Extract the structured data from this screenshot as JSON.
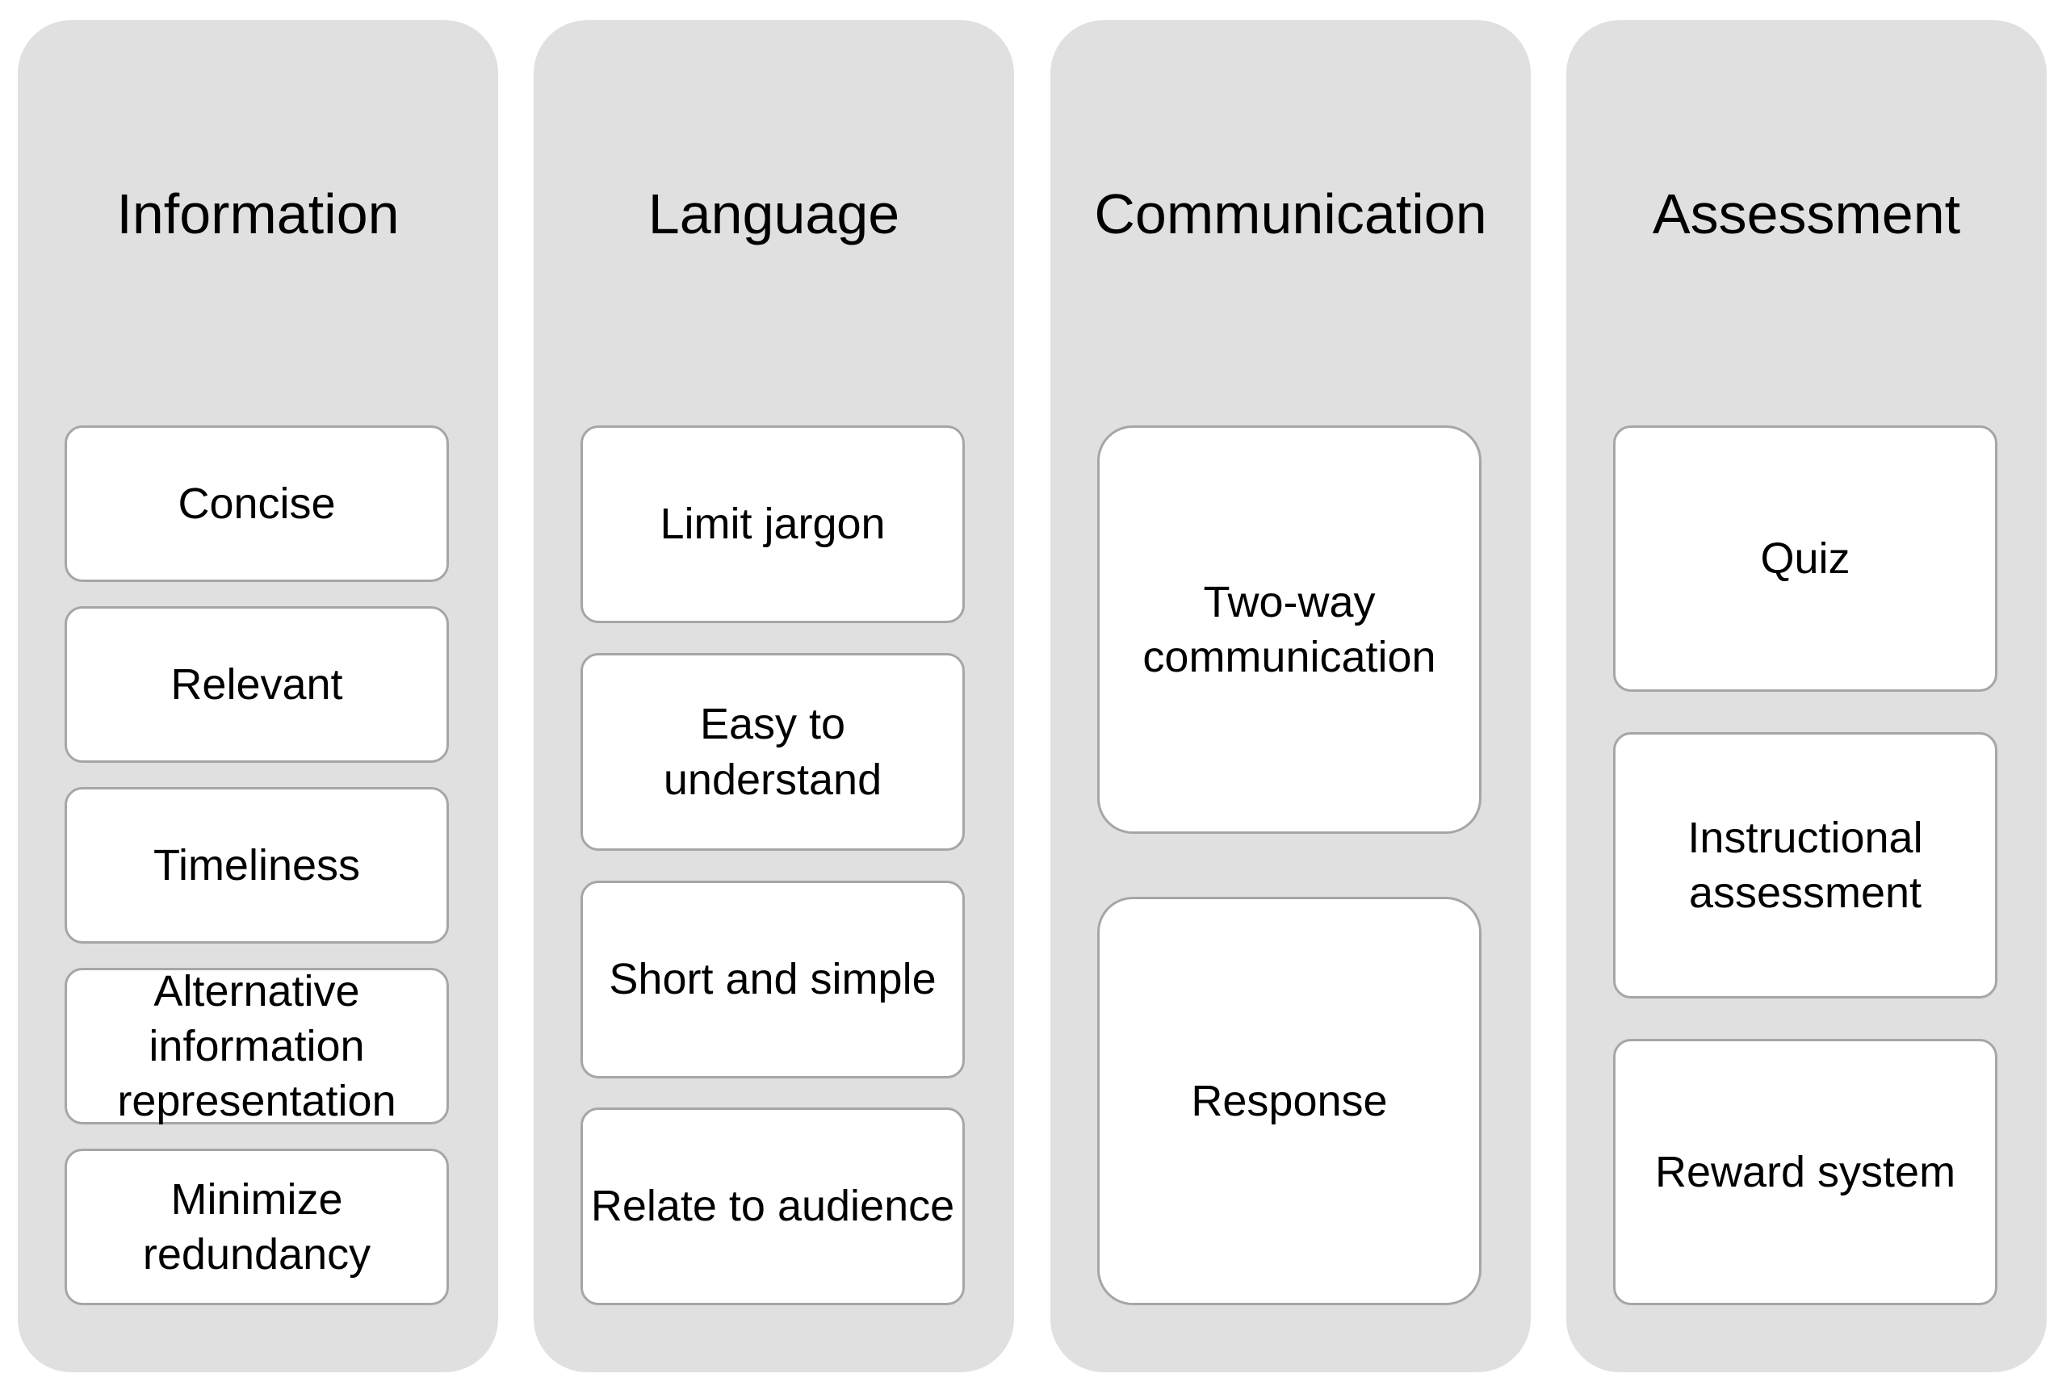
{
  "columns": [
    {
      "title": "Information",
      "items": [
        "Concise",
        "Relevant",
        "Timeliness",
        "Alternative information representation",
        "Minimize redundancy"
      ]
    },
    {
      "title": "Language",
      "items": [
        "Limit jargon",
        "Easy to understand",
        "Short and simple",
        "Relate to audience"
      ]
    },
    {
      "title": "Communication",
      "items": [
        "Two-way communication",
        "Response"
      ]
    },
    {
      "title": "Assessment",
      "items": [
        "Quiz",
        "Instructional assessment",
        "Reward system"
      ]
    }
  ],
  "colors": {
    "column_background": "#e0e0e0",
    "card_background": "#ffffff",
    "card_border": "#a6a6a6"
  }
}
